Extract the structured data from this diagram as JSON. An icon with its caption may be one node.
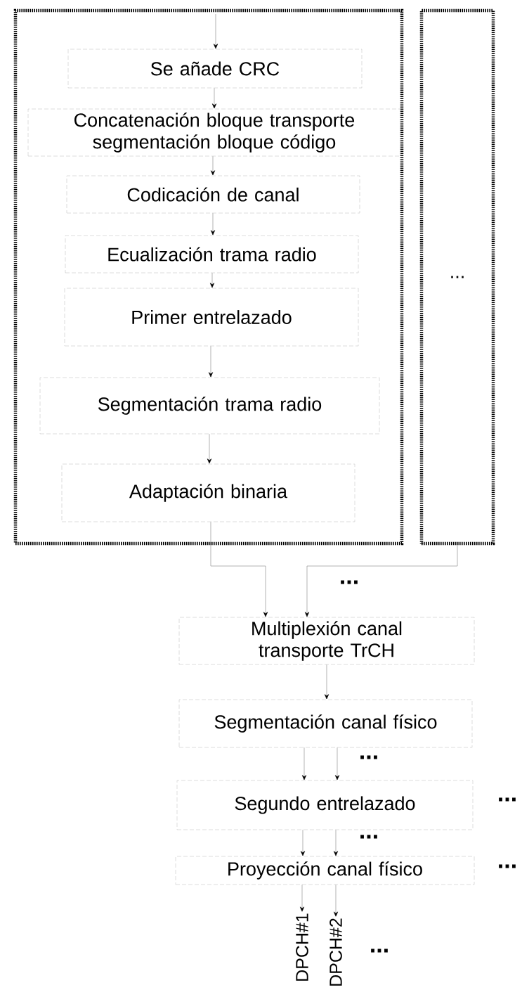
{
  "diagram": {
    "nodes": [
      {
        "text": [],
        "shape": "box"
      },
      {
        "text": [
          "..."
        ]
      },
      {
        "text": [
          "Se añade CRC"
        ],
        "in": 0
      },
      {
        "text": [
          "Concatenación bloque transporte segmentación bloque código"
        ],
        "in": 0
      },
      {
        "text": [
          "Codicación de canal"
        ],
        "in": 0
      },
      {
        "text": [
          "Ecualización trama radio"
        ],
        "in": 0
      },
      {
        "text": [
          "Primer entrelazado"
        ],
        "in": 0
      },
      {
        "text": [
          "Segmentación trama radio"
        ],
        "in": 0
      },
      {
        "text": [
          "Adaptación binaria"
        ],
        "in": 0
      },
      {
        "text": [
          "Multiplexión canal transporte TrCH"
        ]
      },
      {
        "text": [
          "Segmentación canal físico"
        ]
      },
      {
        "text": [
          "Segundo entrelazado"
        ]
      },
      {
        "text": [
          "Proyección canal físico"
        ]
      },
      {
        "text": [
          "DPCH#1"
        ]
      },
      {
        "text": [
          "DPCH#2"
        ]
      }
    ],
    "edges": [
      {
        "from": null,
        "to": 2,
        "arrow": "to"
      },
      {
        "from": 2,
        "to": 3,
        "arrow": "to"
      },
      {
        "from": 3,
        "to": 4,
        "arrow": "to"
      },
      {
        "from": 4,
        "to": 5,
        "arrow": "to"
      },
      {
        "from": 5,
        "to": 6,
        "arrow": "to"
      },
      {
        "from": 6,
        "to": 7,
        "arrow": "to"
      },
      {
        "from": 7,
        "to": 8,
        "arrow": "to"
      },
      {
        "from": 8,
        "to": 9,
        "arrow": "to"
      },
      {
        "from": 1,
        "to": 9,
        "arrow": "to"
      },
      {
        "from": 9,
        "to": 10,
        "arrow": "to"
      },
      {
        "from": 10,
        "to": 11,
        "arrow": "to"
      },
      {
        "from": 10,
        "to": 11,
        "arrow": "to"
      },
      {
        "from": 11,
        "to": 12,
        "arrow": "to"
      },
      {
        "from": 11,
        "to": 12,
        "arrow": "to"
      },
      {
        "from": 12,
        "to": 13,
        "arrow": "to"
      },
      {
        "from": 12,
        "to": 14,
        "arrow": "to"
      }
    ],
    "labels": [
      "...",
      "...",
      "...",
      "...",
      "...",
      "..."
    ]
  }
}
